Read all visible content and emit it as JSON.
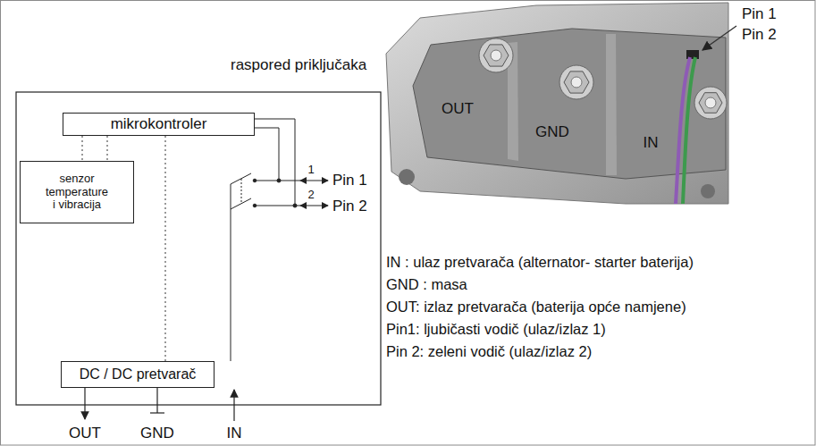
{
  "diagram": {
    "nodes": [
      {
        "text": [
          "mikrokontroler"
        ]
      },
      {
        "text": [
          "senzor temperature i vibracija"
        ]
      },
      {
        "text": [
          "DC / DC pretvarač"
        ]
      }
    ],
    "edges": [
      {
        "from": 0,
        "to": 1,
        "arrow": "none"
      },
      {
        "from": 0,
        "to": 1,
        "arrow": "none"
      },
      {
        "from": 0,
        "to": 2,
        "arrow": "none"
      }
    ],
    "labels": [
      "raspored priključaka",
      "OUT",
      "GND",
      "IN",
      "Pin 1",
      "Pin 2",
      "1",
      "2",
      "Pin 1",
      "Pin 2",
      "OUT",
      "GND",
      "IN",
      "IN : ulaz pretvarača (alternator- starter baterija)",
      "GND : masa",
      "OUT: izlaz pretvarača (baterija opće namjene)",
      "Pin1: ljubičasti vodič (ulaz/izlaz 1)",
      "Pin 2: zeleni vodič (ulaz/izlaz 2)"
    ]
  }
}
